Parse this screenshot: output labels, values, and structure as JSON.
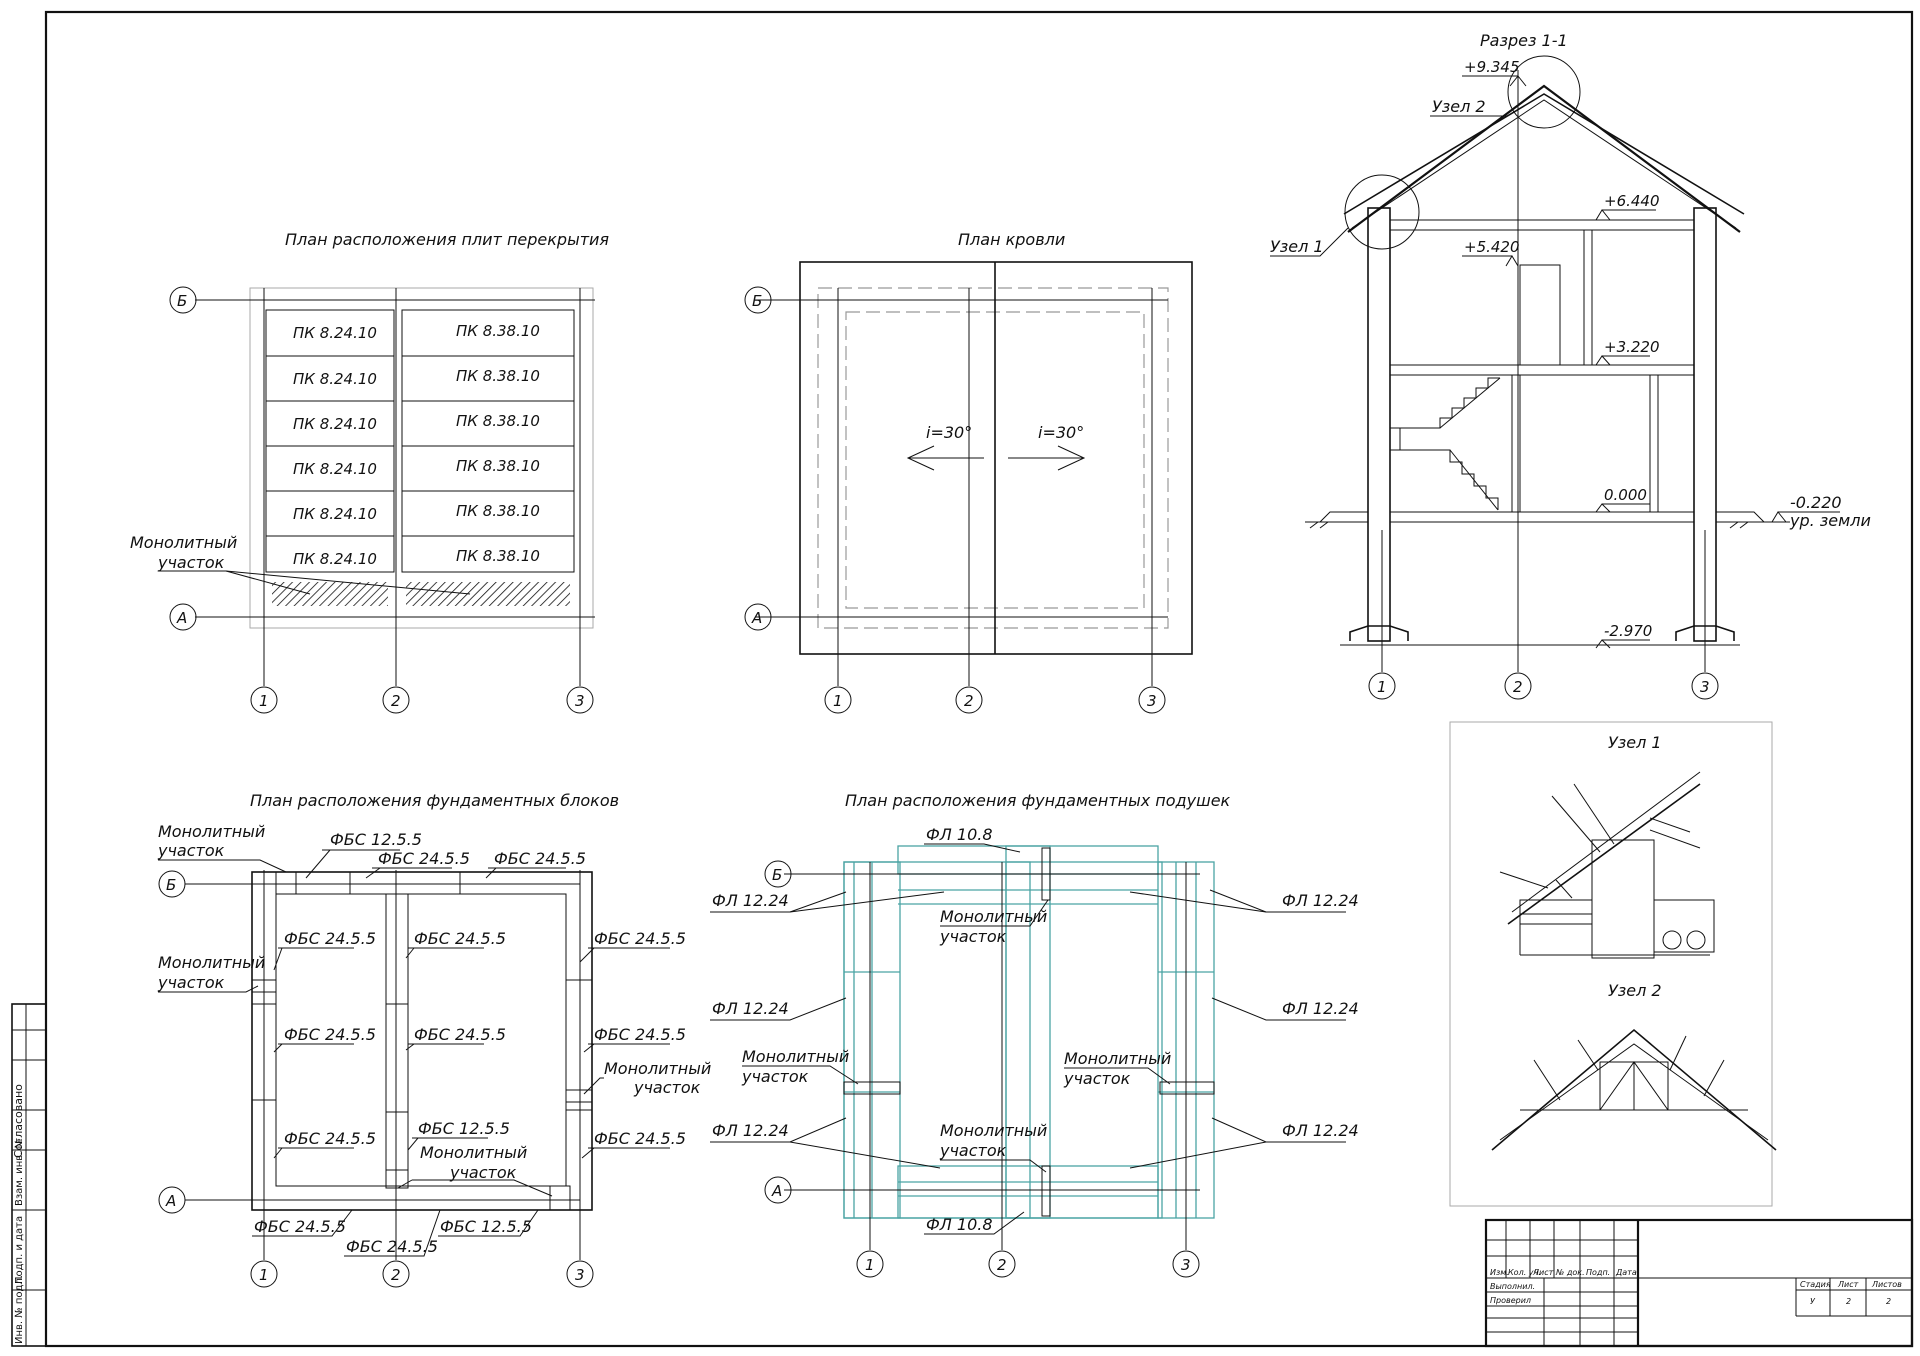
{
  "titles": {
    "slab_plan": "План расположения плит перекрытия",
    "roof_plan": "План кровли",
    "section": "Разрез 1-1",
    "block_plan": "План расположения фундаментных блоков",
    "pad_plan": "План расположения фундаментных подушек",
    "node1": "Узел 1",
    "node2": "Узел 2"
  },
  "axes": {
    "b": "Б",
    "a": "А",
    "n1": "1",
    "n2": "2",
    "n3": "3"
  },
  "slabs": {
    "left": [
      "ПК 8.24.10",
      "ПК 8.24.10",
      "ПК 8.24.10",
      "ПК 8.24.10",
      "ПК 8.24.10",
      "ПК 8.24.10"
    ],
    "right": [
      "ПК 8.38.10",
      "ПК 8.38.10",
      "ПК 8.38.10",
      "ПК 8.38.10",
      "ПК 8.38.10",
      "ПК 8.38.10"
    ]
  },
  "mono": {
    "line1": "Монолитный",
    "line2": "участок"
  },
  "roof": {
    "slope_left": "i=30°",
    "slope_right": "i=30°"
  },
  "section": {
    "ridge": "+9.345",
    "floor2_top": "+6.440",
    "floor2_mid": "+5.420",
    "floor1_top": "+3.220",
    "zero": "0.000",
    "ground_level": "-0.220",
    "ground_label": "ур. земли",
    "found_bottom": "-2.970",
    "node1_label": "Узел 1",
    "node2_label": "Узел 2"
  },
  "blocks": {
    "fbs_12": "ФБС 12.5.5",
    "fbs_24": "ФБС 24.5.5"
  },
  "pads": {
    "fl_10": "ФЛ 10.8",
    "fl_12": "ФЛ 12.24"
  },
  "side_stamp": {
    "agreed": "Согласовано",
    "inv_repl": "Взам. инв. №",
    "sign_date": "Подп. и дата",
    "inv_orig": "Инв. № подл."
  },
  "title_block": {
    "col_izm": "Изм.",
    "col_kol": "Кол. уч.",
    "col_list": "Лист",
    "col_doc": "№ док.",
    "col_podp": "Подп.",
    "col_data": "Дата",
    "row_done": "Выполнил.",
    "row_check": "Проверил",
    "stage_h": "Стадия",
    "sheet_h": "Лист",
    "sheets_h": "Листов",
    "stage_v": "У",
    "sheet_v": "2",
    "sheets_v": "2"
  }
}
